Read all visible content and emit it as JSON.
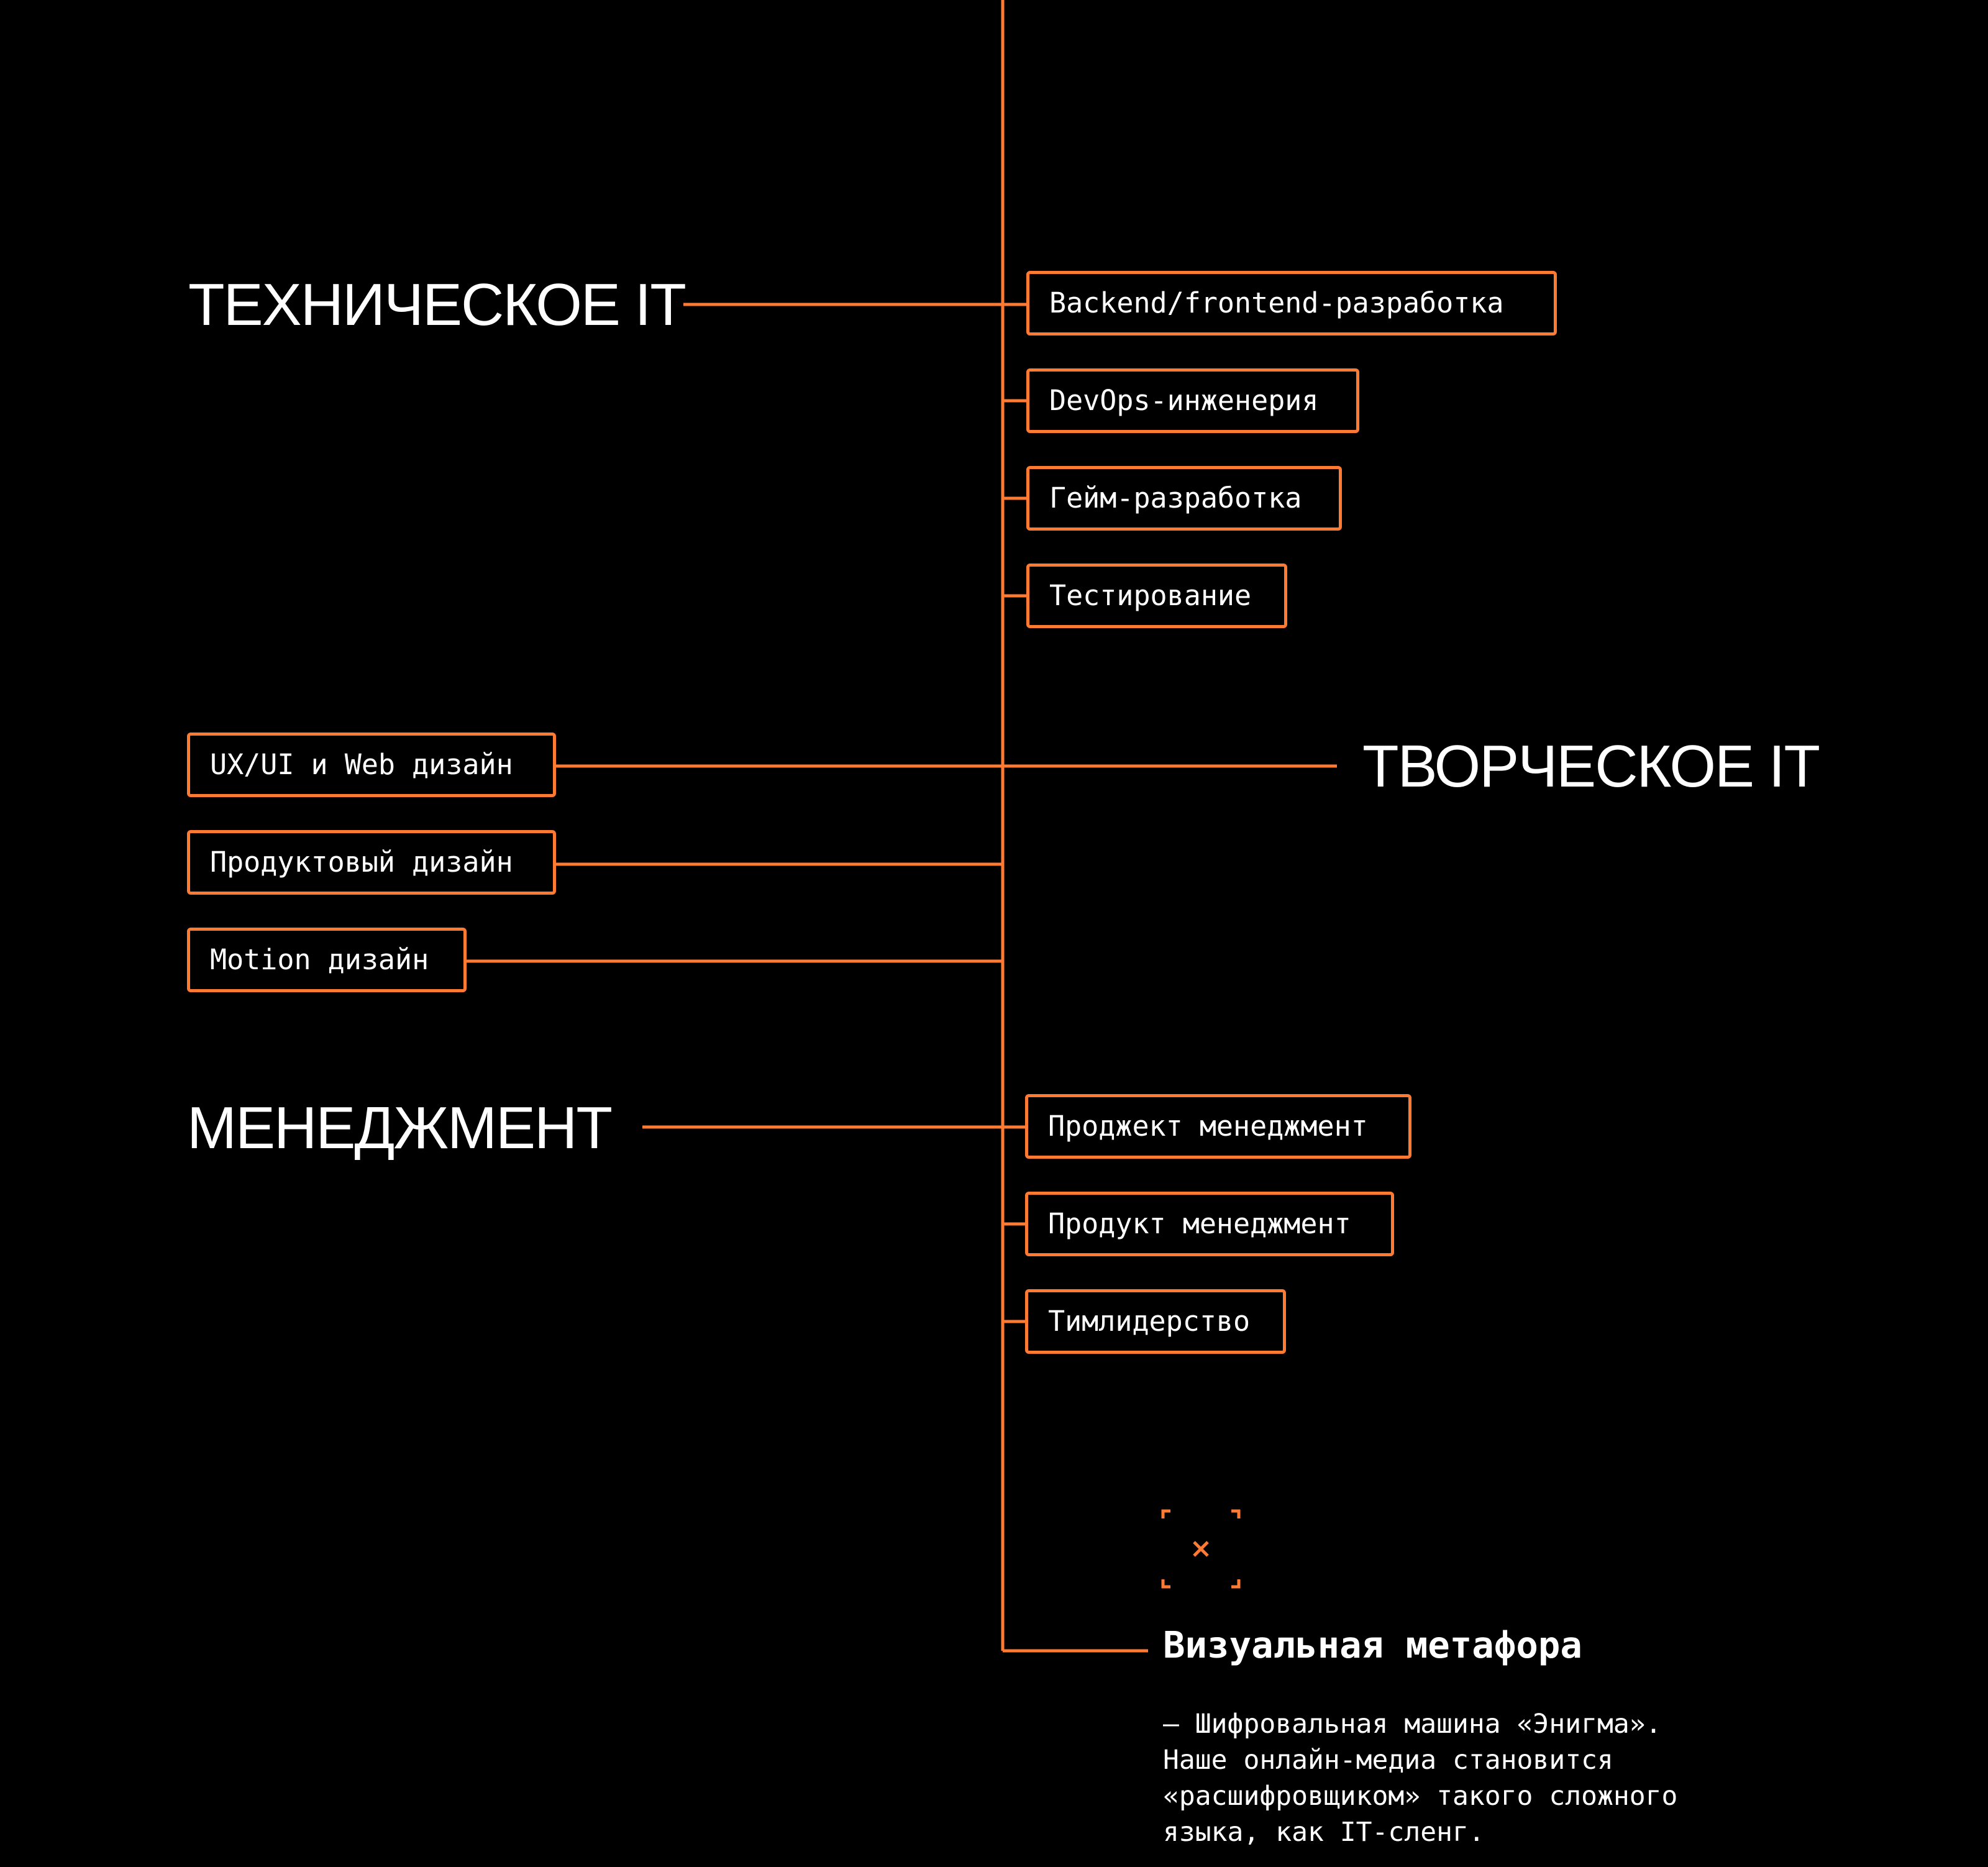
{
  "accent_color": "#ff7a33",
  "background_color": "#000000",
  "text_color": "#ffffff",
  "categories": {
    "technical": "ТЕХНИЧЕСКОЕ IT",
    "creative": "ТВОРЧЕСКОЕ IT",
    "management": "МЕНЕДЖМЕНТ"
  },
  "technical_items": [
    "Backend/frontend-разработка",
    "DevOps-инженерия",
    "Гейм-разработка",
    "Тестирование"
  ],
  "creative_items": [
    "UX/UI и Web дизайн",
    "Продуктовый дизайн",
    "Motion дизайн"
  ],
  "management_items": [
    "Проджект менеджмент",
    "Продукт менеджмент",
    "Тимлидерство"
  ],
  "metaphor": {
    "icon": "crosshair-x-icon",
    "title": "Визуальная метафора",
    "lines": [
      "— Шифровальная машина «Энигма».",
      "Наше онлайн-медиа становится",
      "«расшифровщиком» такого сложного",
      "языка, как IT-сленг."
    ]
  }
}
